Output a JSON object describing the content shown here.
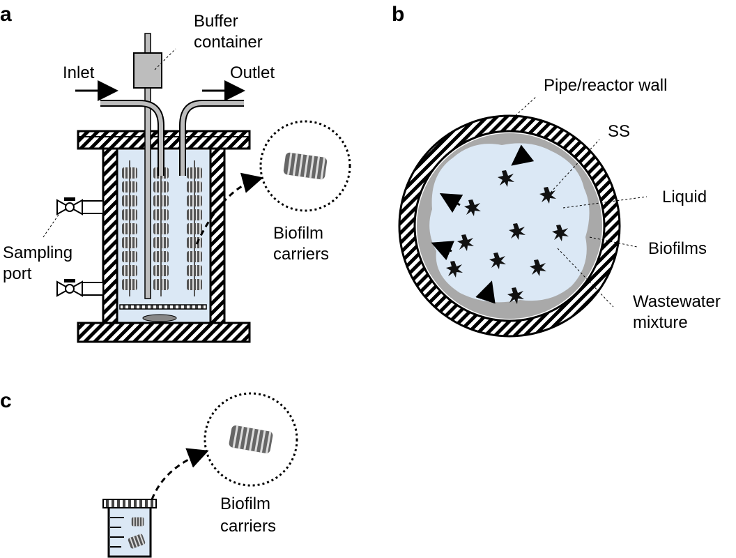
{
  "panels": {
    "a": {
      "letter": "a",
      "labels": {
        "buffer_line1": "Buffer",
        "buffer_line2": "container",
        "inlet": "Inlet",
        "outlet": "Outlet",
        "sampling_line1": "Sampling",
        "sampling_line2": "port",
        "carriers_line1": "Biofilm",
        "carriers_line2": "carriers"
      }
    },
    "b": {
      "letter": "b",
      "labels": {
        "wall": "Pipe/reactor wall",
        "ss": "SS",
        "liquid": "Liquid",
        "biofilms": "Biofilms",
        "wastewater_line1": "Wastewater",
        "wastewater_line2": "mixture"
      }
    },
    "c": {
      "letter": "c",
      "labels": {
        "carriers_line1": "Biofilm",
        "carriers_line2": "carriers"
      }
    }
  },
  "colors": {
    "liquid": "#dbe8f5",
    "biofilm": "#a9a9a9",
    "tube": "#bdbdbd",
    "outline": "#000000"
  }
}
